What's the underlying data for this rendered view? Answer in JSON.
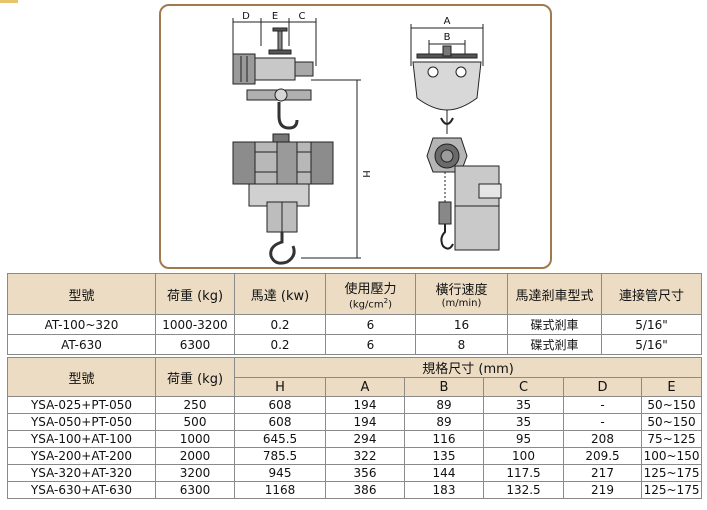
{
  "diagram": {
    "left_labels": [
      "D",
      "E",
      "C"
    ],
    "height_label": "H",
    "right_labels": [
      "A",
      "B"
    ]
  },
  "table1": {
    "headers": {
      "model": "型號",
      "load": "荷重 (kg)",
      "motor": "馬達 (kw)",
      "pressure_main": "使用壓力",
      "pressure_unit_pre": "(kg/cm",
      "pressure_unit_sup": "2",
      "pressure_unit_post": ")",
      "speed_main": "橫行速度",
      "speed_unit": "(m/min)",
      "brake": "馬達剎車型式",
      "pipe": "連接管尺寸"
    },
    "rows": [
      [
        "AT-100~320",
        "1000-3200",
        "0.2",
        "6",
        "16",
        "碟式剎車",
        "5/16\""
      ],
      [
        "AT-630",
        "6300",
        "0.2",
        "6",
        "8",
        "碟式剎車",
        "5/16\""
      ]
    ]
  },
  "table2": {
    "headers": {
      "model": "型號",
      "load": "荷重 (kg)",
      "spec": "規格尺寸 (mm)",
      "cols": [
        "H",
        "A",
        "B",
        "C",
        "D",
        "E"
      ]
    },
    "rows": [
      [
        "YSA-025+PT-050",
        "250",
        "608",
        "194",
        "89",
        "35",
        "-",
        "50~150"
      ],
      [
        "YSA-050+PT-050",
        "500",
        "608",
        "194",
        "89",
        "35",
        "-",
        "50~150"
      ],
      [
        "YSA-100+AT-100",
        "1000",
        "645.5",
        "294",
        "116",
        "95",
        "208",
        "75~125"
      ],
      [
        "YSA-200+AT-200",
        "2000",
        "785.5",
        "322",
        "135",
        "100",
        "209.5",
        "100~150"
      ],
      [
        "YSA-320+AT-320",
        "3200",
        "945",
        "356",
        "144",
        "117.5",
        "217",
        "125~175"
      ],
      [
        "YSA-630+AT-630",
        "6300",
        "1168",
        "386",
        "183",
        "132.5",
        "219",
        "125~175"
      ]
    ]
  }
}
